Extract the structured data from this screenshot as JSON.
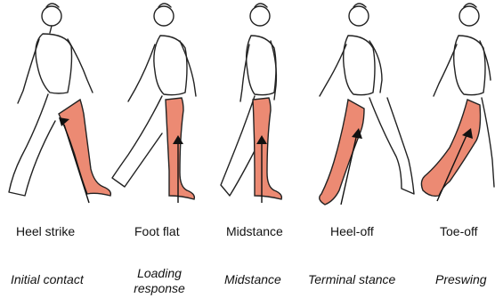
{
  "phases": [
    {
      "event": "Heel strike",
      "phase_line1": "Initial contact",
      "phase_line2": ""
    },
    {
      "event": "Foot flat",
      "phase_line1": "Loading",
      "phase_line2": "response"
    },
    {
      "event": "Midstance",
      "phase_line1": "Midstance",
      "phase_line2": ""
    },
    {
      "event": "Heel-off",
      "phase_line1": "Terminal stance",
      "phase_line2": ""
    },
    {
      "event": "Toe-off",
      "phase_line1": "Preswing",
      "phase_line2": ""
    }
  ],
  "colors": {
    "highlight_leg": "#ec8a73",
    "outline": "#222222",
    "background": "#ffffff"
  }
}
